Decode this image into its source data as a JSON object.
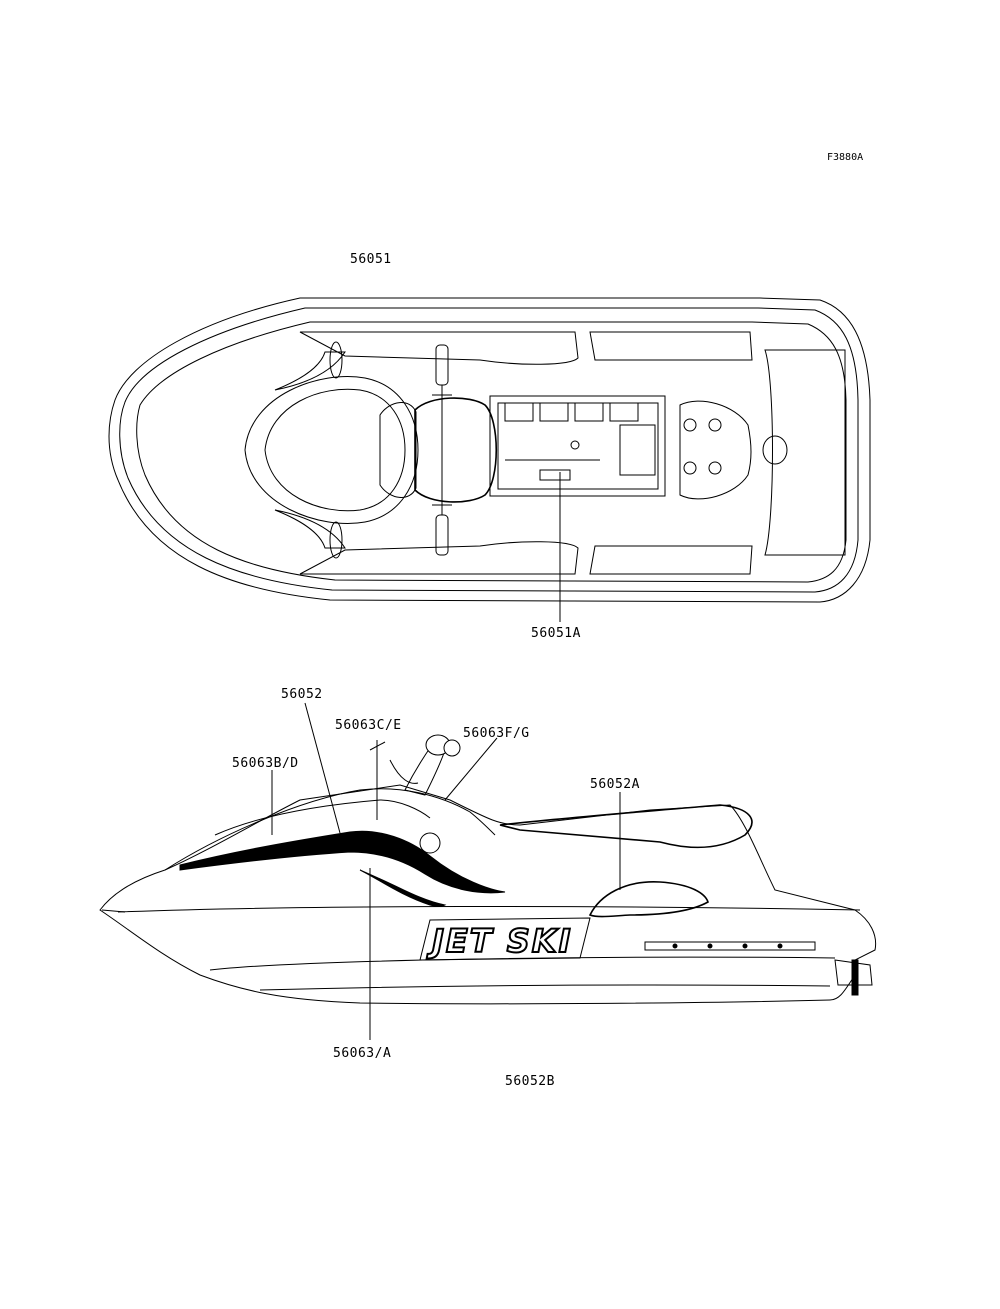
{
  "figure_id": "F3880A",
  "callouts": {
    "top_body_decal": "56051",
    "top_tray_decal": "56051A",
    "side_front_decal": "56052",
    "side_rear_decal": "56052A",
    "side_lower_decal": "56052B",
    "stripe_c_e": "56063C/E",
    "stripe_b_d": "56063B/D",
    "stripe_f_g": "56063F/G",
    "stripe_a": "56063/A"
  },
  "decal_text": {
    "hull_logo": "JET SKI"
  }
}
